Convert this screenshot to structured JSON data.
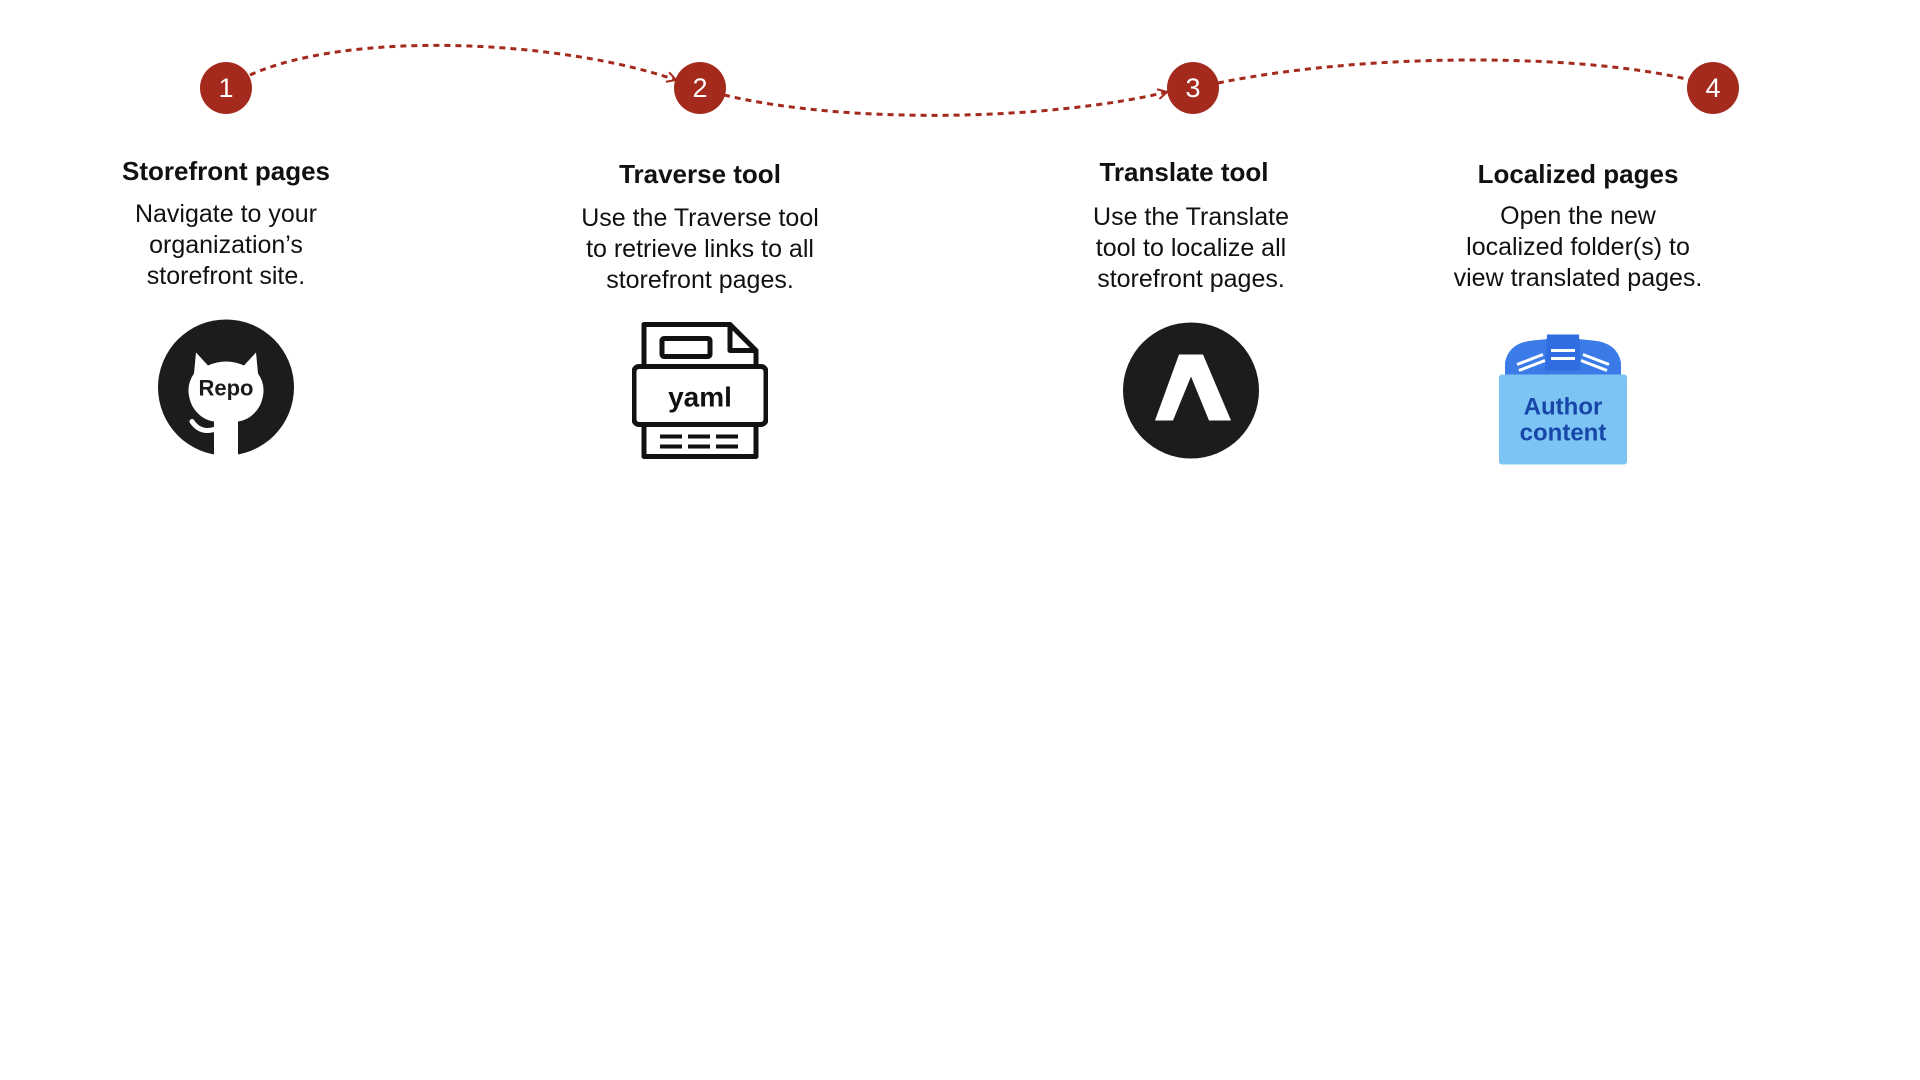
{
  "steps": [
    {
      "number": "1",
      "title": "Storefront pages",
      "description": "Navigate to your\norganization’s\nstorefront site.",
      "icon": {
        "name": "github-repo-icon",
        "label": "Repo"
      }
    },
    {
      "number": "2",
      "title": "Traverse tool",
      "description": "Use the Traverse tool\nto retrieve links to all\nstorefront pages.",
      "icon": {
        "name": "yaml-file-icon",
        "label": "yaml"
      }
    },
    {
      "number": "3",
      "title": "Translate tool",
      "description": "Use the Translate\ntool to localize all\nstorefront pages.",
      "icon": {
        "name": "adobe-logo-icon",
        "label": ""
      }
    },
    {
      "number": "4",
      "title": "Localized pages",
      "description": "Open the new\nlocalized folder(s) to\nview translated pages.",
      "icon": {
        "name": "author-content-folder-icon",
        "label": "Author\ncontent"
      }
    }
  ],
  "colors": {
    "badge": "#a52a1e",
    "connector": "#a52a1e",
    "icon_dark": "#1c1c1c",
    "folder_blue": "#3b7be8",
    "folder_light": "#7cc4f4",
    "folder_text": "#1846a8"
  }
}
